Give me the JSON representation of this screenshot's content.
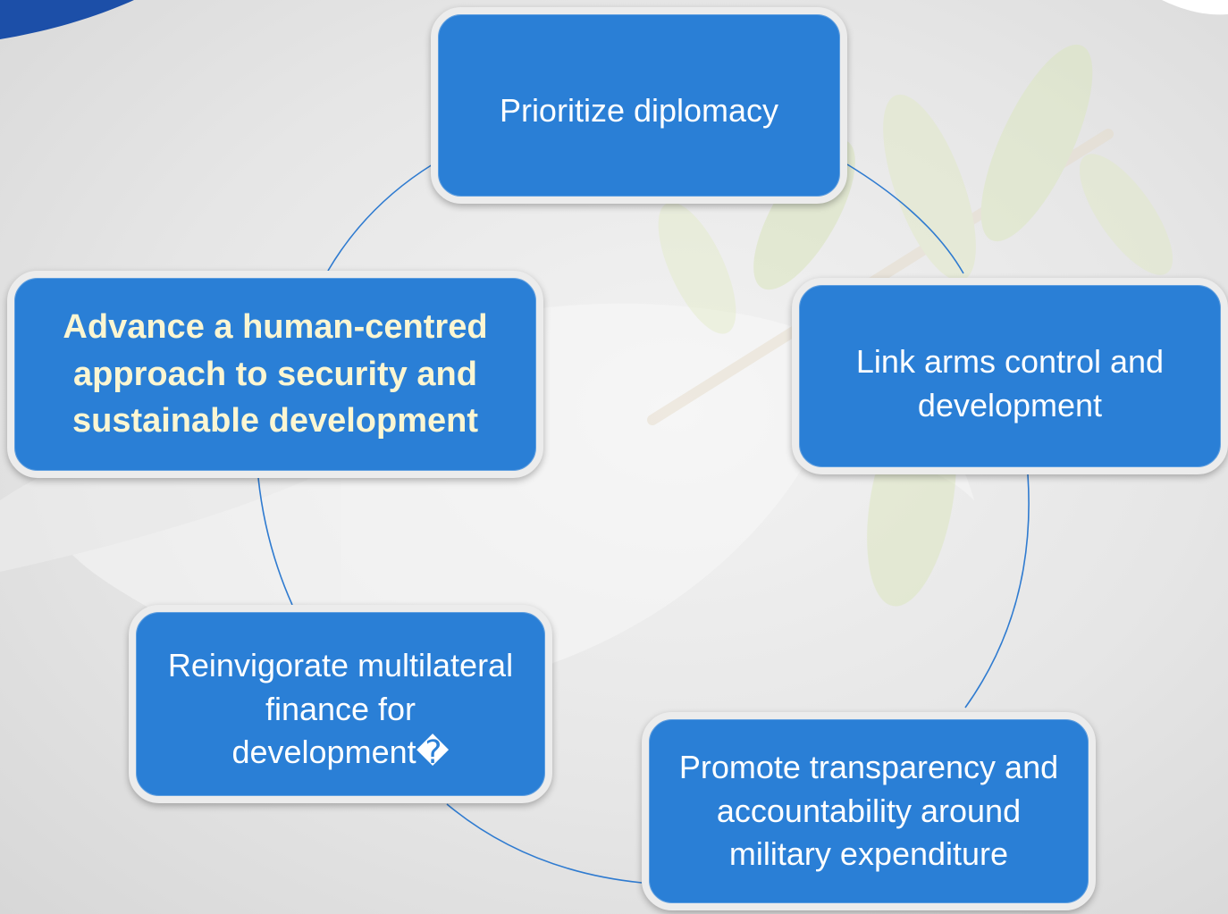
{
  "diagram": {
    "type": "cycle",
    "nodes": [
      {
        "id": "diplomacy",
        "label": "Prioritize diplomacy"
      },
      {
        "id": "arms",
        "label": "Link arms control and development"
      },
      {
        "id": "transparency",
        "label": "Promote transparency and accountability around military expenditure"
      },
      {
        "id": "finance",
        "label": "Reinvigorate multilateral finance for development�"
      },
      {
        "id": "human",
        "label": "Advance a human-centred approach to security and sustainable development"
      }
    ],
    "edges": [
      {
        "from": "diplomacy",
        "to": "arms"
      },
      {
        "from": "arms",
        "to": "transparency"
      },
      {
        "from": "transparency",
        "to": "finance"
      },
      {
        "from": "finance",
        "to": "human"
      },
      {
        "from": "human",
        "to": "diplomacy"
      }
    ]
  },
  "colors": {
    "node_fill": "#2a7fd6",
    "node_border": "#ececec",
    "connector": "#2f7bd0",
    "emphasis_text": "#fbf6d2"
  }
}
